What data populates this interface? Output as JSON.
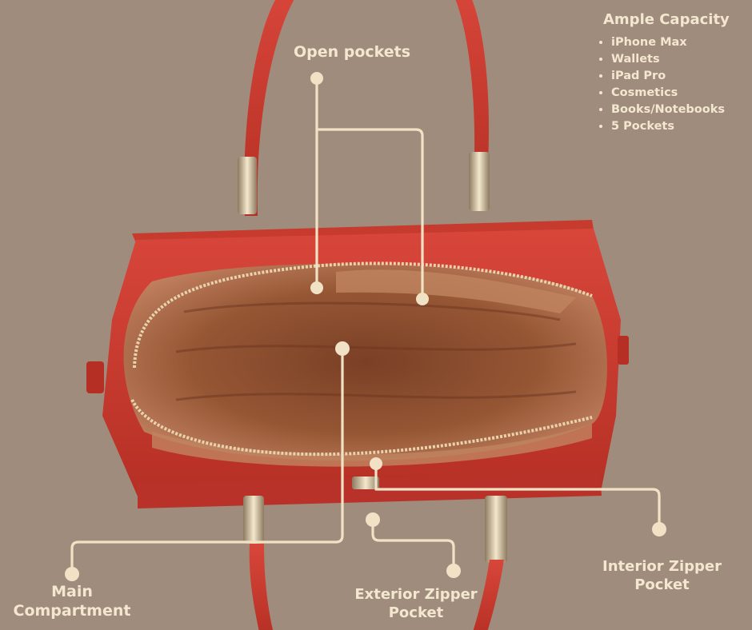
{
  "photo": {
    "subject": "red-handbag-top-view",
    "background_color": "#a08c7d",
    "bag_color": "#c93a2c",
    "lining_color": "#a76442",
    "callout_color": "#f1e2c6"
  },
  "labels": {
    "open_pockets": "Open pockets",
    "main_compartment_line1": "Main",
    "main_compartment_line2": "Compartment",
    "exterior_zipper_line1": "Exterior Zipper",
    "exterior_zipper_line2": "Pocket",
    "interior_zipper_line1": "Interior Zipper",
    "interior_zipper_line2": "Pocket"
  },
  "capacity": {
    "title": "Ample Capacity",
    "items": [
      "iPhone Max",
      "Wallets",
      "iPad Pro",
      "Cosmetics",
      "Books/Notebooks",
      "5 Pockets"
    ]
  }
}
